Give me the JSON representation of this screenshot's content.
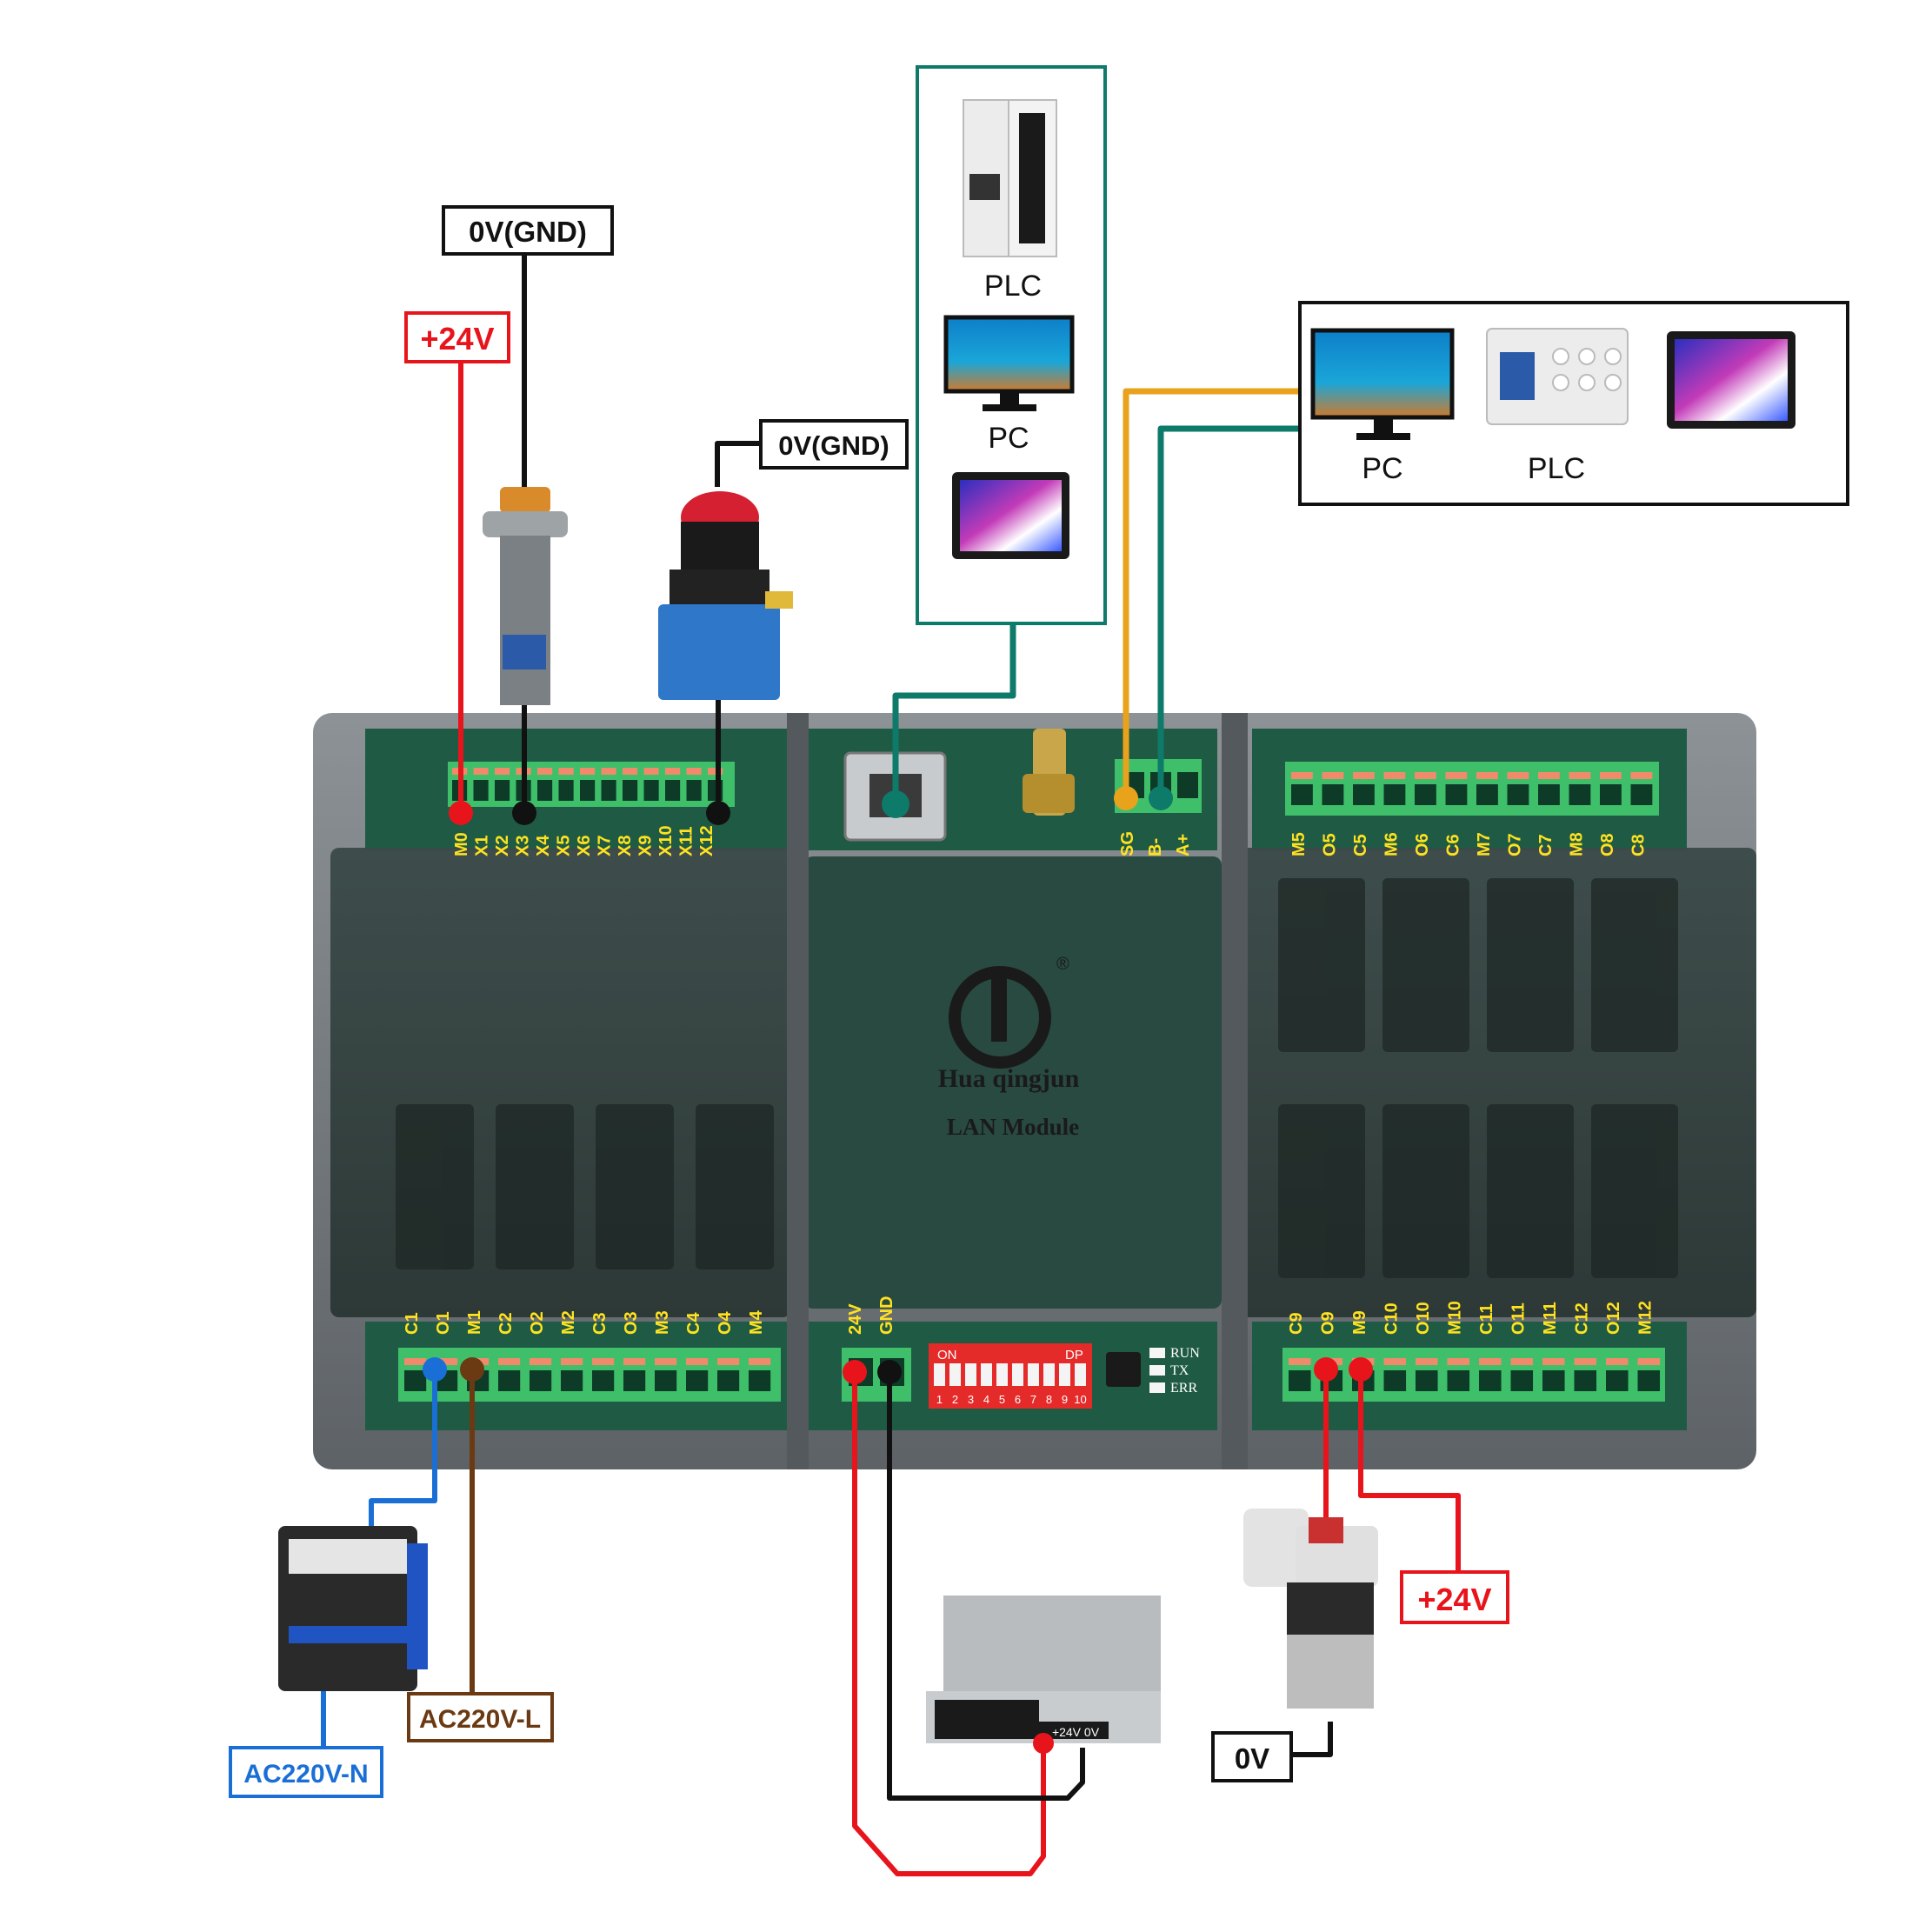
{
  "labels": {
    "gnd_top": "0V(GND)",
    "v24_top": "+24V",
    "gnd_button": "0V(GND)",
    "v24_valve": "+24V",
    "zero_v_valve": "0V",
    "ac220_l": "AC220V-L",
    "ac220_n": "AC220V-N"
  },
  "rj45_group": {
    "items": [
      "PLC",
      "PC"
    ]
  },
  "rs485_group": {
    "items": [
      "PC",
      "PLC"
    ]
  },
  "module": {
    "brand": "Hua qingjun",
    "model": "LAN Module",
    "registered": "®",
    "dip_on": "ON",
    "dip_dp": "DP",
    "dip_numbers": [
      "1",
      "2",
      "3",
      "4",
      "5",
      "6",
      "7",
      "8",
      "9",
      "10"
    ],
    "leds": [
      "RUN",
      "TX",
      "ERR"
    ],
    "psu_labels": "+24V 0V"
  },
  "pins": {
    "input_top": [
      "M0",
      "X1",
      "X2",
      "X3",
      "X4",
      "X5",
      "X6",
      "X7",
      "X8",
      "X9",
      "X10",
      "X11",
      "X12"
    ],
    "rs485": [
      "SG",
      "B-",
      "A+"
    ],
    "relay_top_right": [
      "M5",
      "O5",
      "C5",
      "M6",
      "O6",
      "C6",
      "M7",
      "O7",
      "C7",
      "M8",
      "O8",
      "C8"
    ],
    "relay_bottom_left": [
      "C1",
      "O1",
      "M1",
      "C2",
      "O2",
      "M2",
      "C3",
      "O3",
      "M3",
      "C4",
      "O4",
      "M4"
    ],
    "power": [
      "24V",
      "GND"
    ],
    "relay_bottom_right": [
      "C9",
      "O9",
      "M9",
      "C10",
      "O10",
      "M10",
      "C11",
      "O11",
      "M11",
      "C12",
      "O12",
      "M12"
    ]
  },
  "colors": {
    "red_wire": "#e8141c",
    "black_wire": "#111111",
    "teal_wire": "#0e7a6a",
    "orange_wire": "#e8a21c",
    "blue_wire": "#1a6fd6",
    "brown_wire": "#6b3a12",
    "pin_label": "#ffe21f",
    "terminal_green": "#3fbf6a"
  }
}
